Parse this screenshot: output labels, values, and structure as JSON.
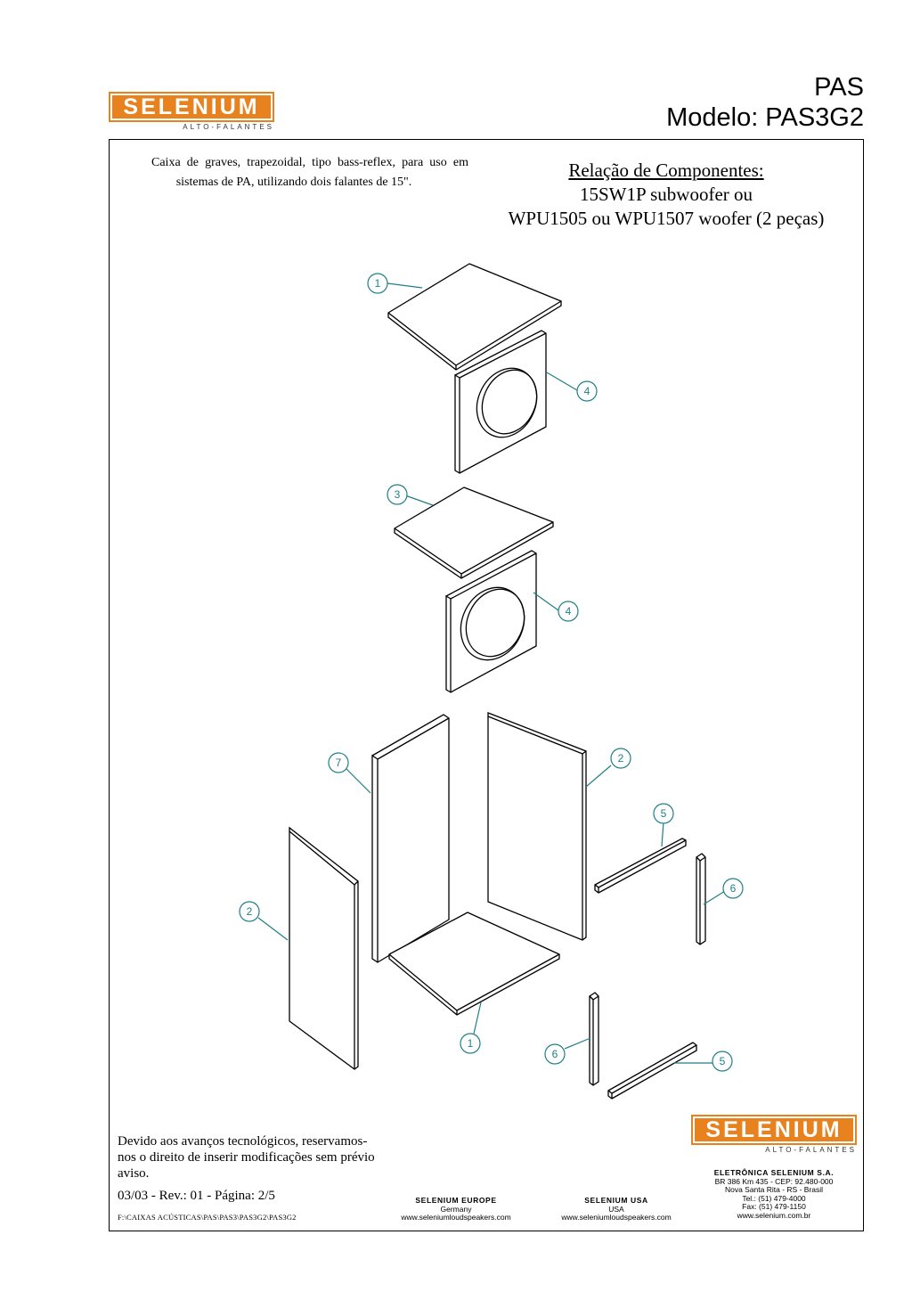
{
  "header": {
    "brand_name": "SELENIUM",
    "brand_tagline": "ALTO-FALANTES",
    "series": "PAS",
    "model": "Modelo: PAS3G2"
  },
  "description": "Caixa de graves, trapezoidal, tipo bass-reflex, para uso em sistemas de PA, utilizando dois falantes de 15\".",
  "components": {
    "heading": "Relação de Componentes:",
    "line1": "15SW1P subwoofer ou",
    "line2": "WPU1505 ou WPU1507 woofer (2 peças)"
  },
  "callouts": [
    "1",
    "4",
    "3",
    "4",
    "7",
    "2",
    "5",
    "6",
    "2",
    "1",
    "6",
    "5"
  ],
  "footer": {
    "brand_name": "SELENIUM",
    "brand_tagline": "ALTO-FALANTES",
    "notice": "Devido aos avanços tecnológicos, reservamos-nos o direito de inserir modificações sem prévio aviso.",
    "revision": "03/03 - Rev.: 01 - Página: 2/5",
    "file_path": "F:\\CAIXAS ACÚSTICAS\\PAS\\PAS3\\PAS3G2\\PAS3G2",
    "europe": {
      "name": "SELENIUM EUROPE",
      "country": "Germany",
      "site": "www.seleniumloudspeakers.com"
    },
    "usa": {
      "name": "SELENIUM USA",
      "country": "USA",
      "site": "www.seleniumloudspeakers.com"
    },
    "brazil": {
      "name": "ELETRÔNICA SELENIUM S.A.",
      "address1": "BR 386 Km 435 - CEP: 92.480-000",
      "address2": "Nova Santa Rita - RS - Brasil",
      "tel": "Tel.: (51) 479-4000",
      "fax": "Fax: (51) 479-1150",
      "site": "www.selenium.com.br"
    }
  },
  "colors": {
    "brand": "#e8821f",
    "callout": "#1f7f86"
  }
}
